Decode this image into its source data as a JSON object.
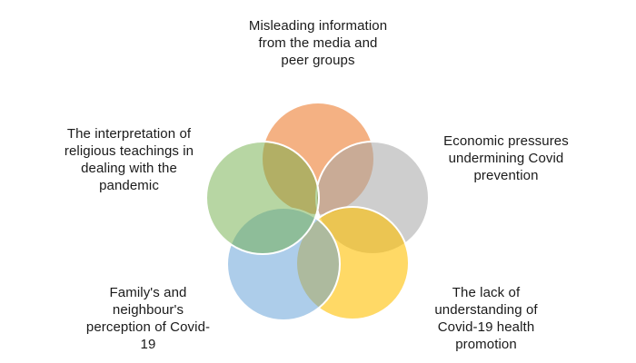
{
  "venn": {
    "type": "venn-5-overlapping-circles",
    "background_color": "#ffffff",
    "text_color": "#1a1a1a",
    "stroke_color": "#ffffff",
    "circles": {
      "media": {
        "color": "#ED7D31"
      },
      "economic": {
        "color": "#A5A5A5"
      },
      "health": {
        "color": "#FFC000"
      },
      "family": {
        "color": "#5B9BD5"
      },
      "religion": {
        "color": "#70AD47"
      }
    },
    "labels": {
      "top": {
        "text": "Misleading information from the media and peer groups",
        "lines": [
          "Misleading information",
          "from the media and",
          "peer groups"
        ]
      },
      "left_upper": {
        "text": "The interpretation of religious teachings in dealing with the pandemic",
        "lines": [
          "The interpretation of",
          "religious teachings in",
          "dealing with the",
          "pandemic"
        ]
      },
      "right_upper": {
        "text": "Economic pressures undermining Covid prevention",
        "lines": [
          "Economic pressures",
          "undermining Covid",
          "prevention"
        ]
      },
      "left_lower": {
        "text": "Family's and neighbour's perception of Covid-19",
        "lines": [
          "Family's and",
          "neighbour's",
          "perception of Covid-",
          "19"
        ]
      },
      "right_lower": {
        "text": "The lack of understanding of Covid-19 health promotion",
        "lines": [
          "The lack of",
          "understanding of",
          "Covid-19 health",
          "promotion"
        ]
      }
    }
  }
}
